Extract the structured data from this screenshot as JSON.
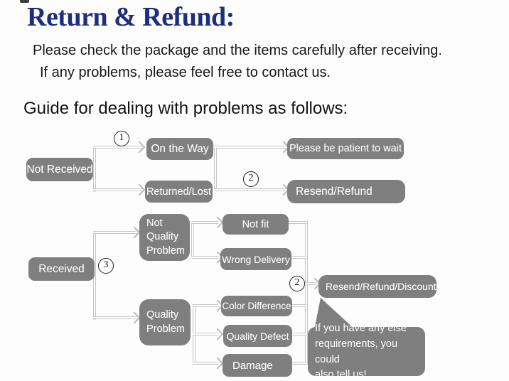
{
  "title": "Return & Refund:",
  "intro": {
    "line1": "Please check the package and the items carefully after receiving.",
    "line2": "If any problems, please feel free to contact us."
  },
  "guide_heading": "Guide for dealing with problems as follows:",
  "colors": {
    "title_navy": "#1c2e7d",
    "node_gray": "#7f7f7f",
    "connector_gray": "#c6c6c6",
    "text_black": "#161616"
  },
  "flowchart": {
    "markers": {
      "step1": "1",
      "step2_top": "2",
      "step3": "3",
      "step2_bottom": "2"
    },
    "nodes": {
      "not_received": "Not Received",
      "on_the_way": "On the Way",
      "returned_lost": "Returned/Lost",
      "be_patient": "Please be patient to wait",
      "resend_refund": "Resend/Refund",
      "received": "Received",
      "not_quality_problem": "Not\nQuality\nProblem",
      "not_fit": "Not fit",
      "wrong_delivery": "Wrong Delivery",
      "quality_problem": "Quality\nProblem",
      "color_difference": "Color Difference",
      "quality_defect": "Quality Defect",
      "damage": "Damage",
      "resend_refund_discount": "Resend/Refund/Discount"
    },
    "note": "If you have any else\nrequirements, you could\nalso tell us!"
  }
}
